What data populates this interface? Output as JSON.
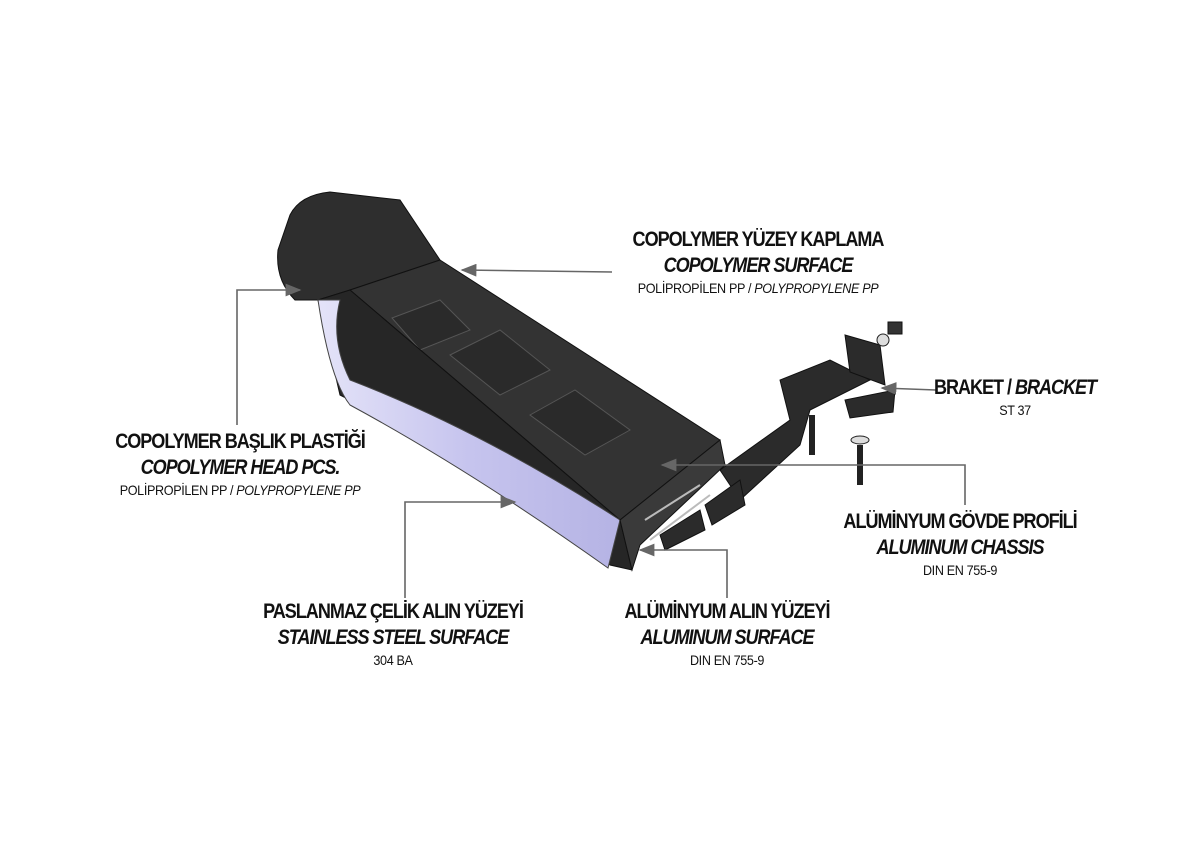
{
  "labels": {
    "surface": {
      "title": "COPOLYMER YÜZEY KAPLAMA",
      "subtitle": "COPOLYMER SURFACE",
      "material_tr": "POLİPROPİLEN PP",
      "separator": " / ",
      "material_en": "POLYPROPYLENE PP"
    },
    "head": {
      "title": "COPOLYMER BAŞLIK PLASTİĞİ",
      "subtitle": "COPOLYMER HEAD PCS.",
      "material_tr": "POLİPROPİLEN PP",
      "separator": " / ",
      "material_en": "POLYPROPYLENE PP"
    },
    "bracket": {
      "title_tr": "BRAKET",
      "separator": " / ",
      "title_en": "BRACKET",
      "material": "ST 37"
    },
    "chassis": {
      "title": "ALÜMİNYUM GÖVDE PROFİLİ",
      "subtitle": "ALUMINUM CHASSIS",
      "material": "DIN EN 755-9"
    },
    "stainless": {
      "title": "PASLANMAZ ÇELİK ALIN YÜZEYİ",
      "subtitle": "STAINLESS STEEL SURFACE",
      "material": "304 BA"
    },
    "aluminum_surface": {
      "title": "ALÜMİNYUM ALIN YÜZEYİ",
      "subtitle": "ALUMINUM SURFACE",
      "material": "DIN EN 755-9"
    }
  },
  "colors": {
    "body": "#2b2b2b",
    "stainless": "#c9c8ee",
    "leader": "#666666"
  }
}
